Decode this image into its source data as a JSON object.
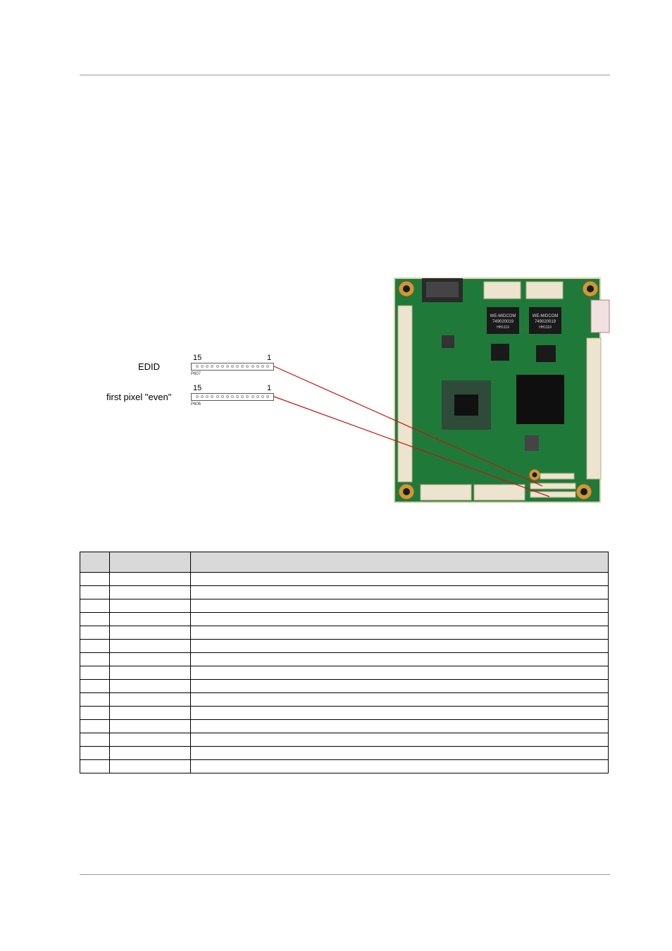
{
  "connectors": [
    {
      "label": "EDID",
      "pin_left": "15",
      "pin_right": "1",
      "ref": "P607",
      "pin_count": 15
    },
    {
      "label": "first pixel \"even\"",
      "pin_left": "15",
      "pin_right": "1",
      "ref": "P606",
      "pin_count": 15
    }
  ],
  "board": {
    "chip_labels": [
      "WE-MIDCOM",
      "749020019",
      "HH1119"
    ],
    "colors": {
      "pcb": "#1f7a3a",
      "pcb_dark": "#155c2a",
      "header": "#ece4cf",
      "leader_line": "#cc1111"
    }
  },
  "table": {
    "columns": [
      "",
      "",
      ""
    ],
    "rows": [
      [
        "",
        "",
        ""
      ],
      [
        "",
        "",
        ""
      ],
      [
        "",
        "",
        ""
      ],
      [
        "",
        "",
        ""
      ],
      [
        "",
        "",
        ""
      ],
      [
        "",
        "",
        ""
      ],
      [
        "",
        "",
        ""
      ],
      [
        "",
        "",
        ""
      ],
      [
        "",
        "",
        ""
      ],
      [
        "",
        "",
        ""
      ],
      [
        "",
        "",
        ""
      ],
      [
        "",
        "",
        ""
      ],
      [
        "",
        "",
        ""
      ],
      [
        "",
        "",
        ""
      ],
      [
        "",
        "",
        ""
      ]
    ]
  }
}
